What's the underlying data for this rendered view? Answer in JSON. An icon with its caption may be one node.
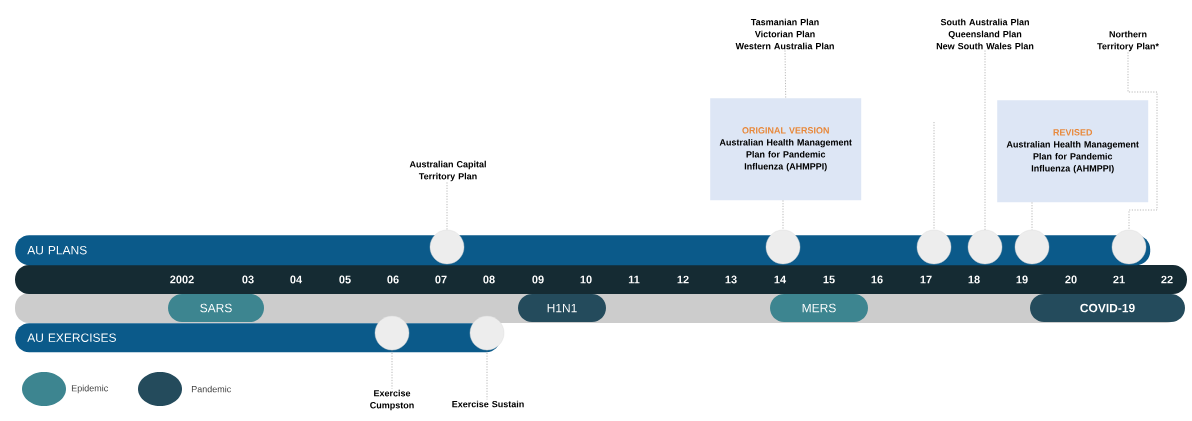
{
  "diagram": {
    "nodes": [
      {
        "text": [
          "AU PLANS"
        ]
      },
      {
        "text": [],
        "shape": "circle",
        "in": 0
      },
      {
        "text": [],
        "shape": "circle",
        "in": 0
      },
      {
        "text": [],
        "shape": "circle",
        "in": 0
      },
      {
        "text": [],
        "shape": "circle",
        "in": 0
      },
      {
        "text": [],
        "shape": "circle",
        "in": 0
      },
      {
        "text": [],
        "shape": "circle",
        "in": 0
      },
      {
        "text": [
          "SARS"
        ]
      },
      {
        "text": [
          "H1N1"
        ]
      },
      {
        "text": [
          "MERS"
        ]
      },
      {
        "text": [
          "COVID-19"
        ]
      },
      {
        "text": [
          "AU EXERCISES"
        ]
      },
      {
        "text": [],
        "shape": "circle",
        "in": 11
      },
      {
        "text": [],
        "shape": "circle",
        "in": 11
      },
      {
        "text": [
          "Tasmanian Plan",
          "Victorian Plan",
          "Western Australia Plan"
        ]
      },
      {
        "text": [
          "South Australia Plan",
          "Queensland Plan",
          "New South Wales Plan"
        ]
      },
      {
        "text": [
          "Northern Territory Plan*"
        ]
      },
      {
        "text": [
          "ORIGINAL VERSION",
          "Australian Health Management Plan for Pandemic Influenza (AHMPPI)"
        ]
      },
      {
        "text": [
          "REVISED",
          "Australian Health Management Plan for Pandemic Influenza (AHMPPI)"
        ]
      },
      {
        "text": [
          "Australian Capital Territory Plan"
        ]
      },
      {
        "text": [
          "Exercise Cumpston"
        ]
      },
      {
        "text": [
          "Exercise Sustain"
        ]
      }
    ],
    "edges": [
      {
        "from": 19,
        "to": 1,
        "arrow": "none",
        "style": "dashed"
      },
      {
        "from": 14,
        "to": 17,
        "arrow": "none",
        "style": "dashed"
      },
      {
        "from": 17,
        "to": 2,
        "arrow": "none",
        "style": "dashed"
      },
      {
        "from": null,
        "to": 3,
        "arrow": "none",
        "style": "dashed"
      },
      {
        "from": 15,
        "to": 4,
        "arrow": "none",
        "style": "dashed"
      },
      {
        "from": 18,
        "to": 5,
        "arrow": "none",
        "style": "dashed"
      },
      {
        "from": 16,
        "to": 6,
        "arrow": "none",
        "style": "dashed"
      },
      {
        "from": 12,
        "to": 20,
        "arrow": "none",
        "style": "dashed"
      },
      {
        "from": 13,
        "to": 21,
        "arrow": "none",
        "style": "dashed"
      }
    ],
    "labels": [
      "2002",
      "03",
      "04",
      "05",
      "06",
      "07",
      "08",
      "09",
      "10",
      "11",
      "12",
      "13",
      "14",
      "15",
      "16",
      "17",
      "18",
      "19",
      "20",
      "21",
      "22"
    ],
    "legend": [
      {
        "text": "Epidemic",
        "color": "#3d8590"
      },
      {
        "text": "Pandemic",
        "color": "#244b5c"
      }
    ]
  }
}
